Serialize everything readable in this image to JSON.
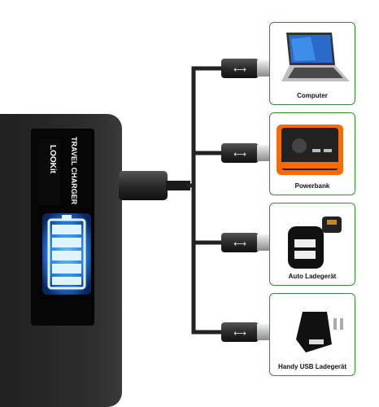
{
  "charger": {
    "brand": "LOOKit",
    "tagline": "TRAVEL CHARGER"
  },
  "devices": [
    {
      "label": "Computer",
      "icon": "laptop-icon"
    },
    {
      "label": "Powerbank",
      "icon": "powerbank-icon"
    },
    {
      "label": "Auto Ladegerät",
      "icon": "car-charger-icon"
    },
    {
      "label": "Handy USB Ladegerät",
      "icon": "wall-charger-icon"
    }
  ],
  "colors": {
    "panel_border": "#3a8a3a",
    "battery_glow": "#3aa0ff",
    "charger_body": "#2b2b2b"
  }
}
